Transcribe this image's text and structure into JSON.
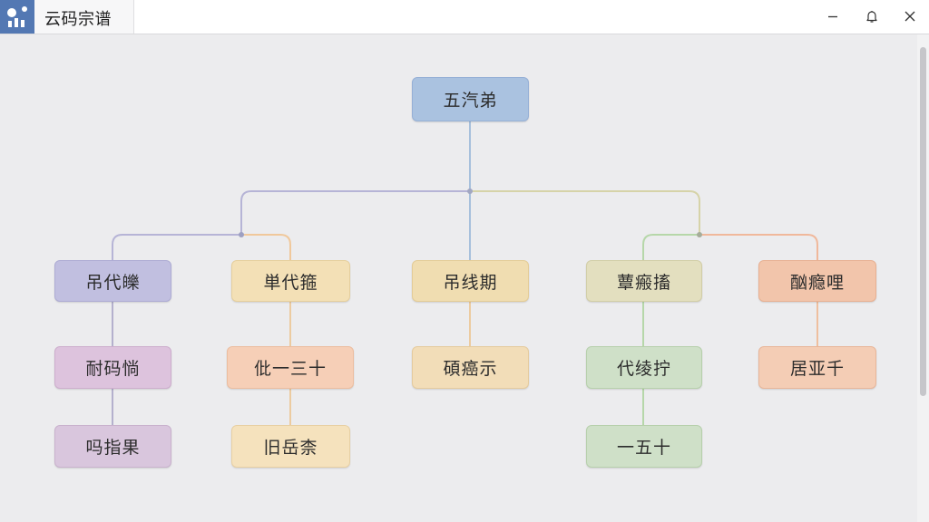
{
  "window": {
    "title": "云码宗谱",
    "controls": [
      "minimize-icon",
      "bell-icon",
      "close-icon"
    ]
  },
  "colors": {
    "blue": "#aac2e0",
    "lavender": "#c1bfe0",
    "cream": "#f3e0b6",
    "mauve": "#ddc3dd",
    "peach": "#f6cfb7",
    "green": "#cfe0c8",
    "olive": "#e3dfbf",
    "pink": "#d9c6dd",
    "salmon": "#f2c5ab"
  },
  "tree": {
    "root": "五汽弟",
    "branches": [
      {
        "label": "吊代皪",
        "children": [
          "耐码惝",
          "吗指果"
        ]
      },
      {
        "label": "単代箍",
        "children": [
          "仳一三十",
          "旧岳柰"
        ]
      },
      {
        "label": "吊线期",
        "children": [
          "碩癌示"
        ]
      },
      {
        "label": "蕈瘢搐",
        "children": [
          "代绫拧",
          "一五十"
        ]
      },
      {
        "label": "酗瘾哩",
        "children": [
          "居亚千"
        ]
      }
    ]
  }
}
